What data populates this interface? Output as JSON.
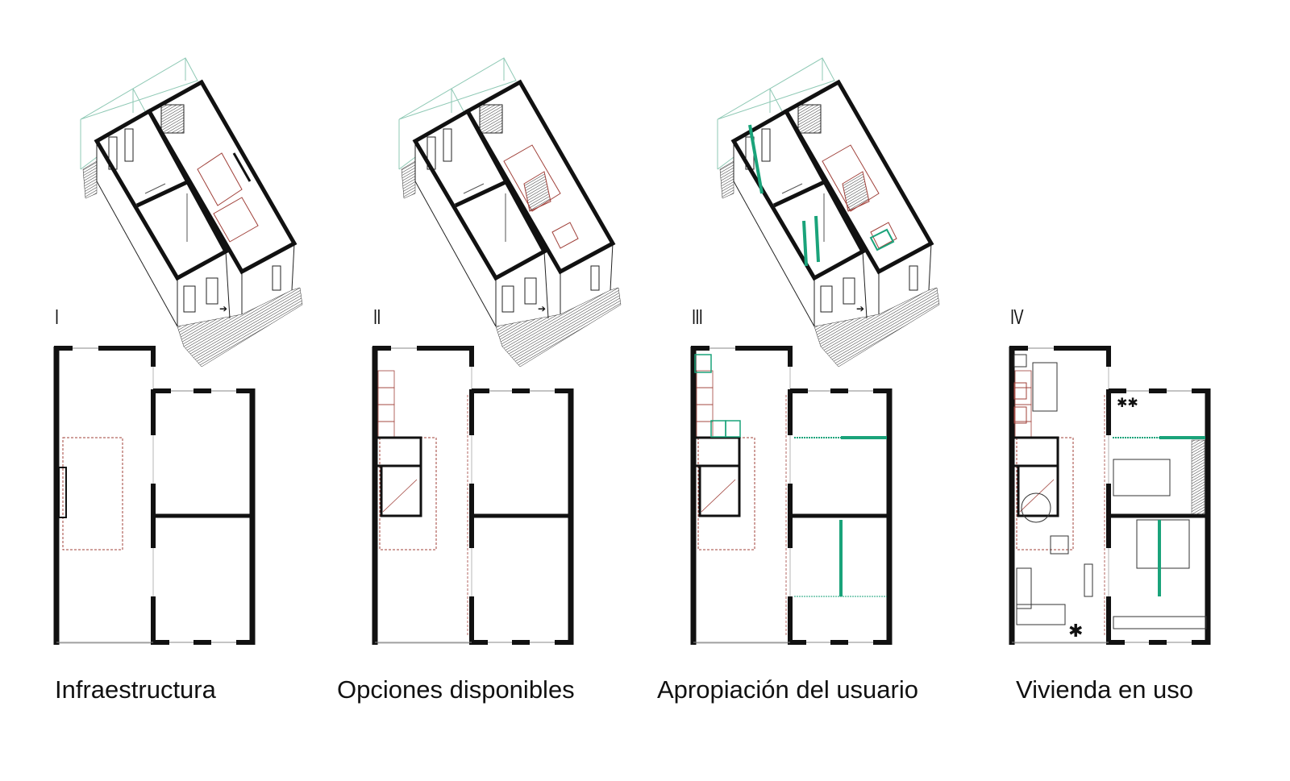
{
  "panels": [
    {
      "numeral": "I",
      "caption": "Infraestructura"
    },
    {
      "numeral": "II",
      "caption": "Opciones disponibles"
    },
    {
      "numeral": "III",
      "caption": "Apropiación del usuario"
    },
    {
      "numeral": "IV",
      "caption": "Vivienda en uso"
    }
  ],
  "colors": {
    "wall": "#111111",
    "option": "#a0413a",
    "user": "#1aa37a",
    "frame": "#8fc9b5"
  }
}
